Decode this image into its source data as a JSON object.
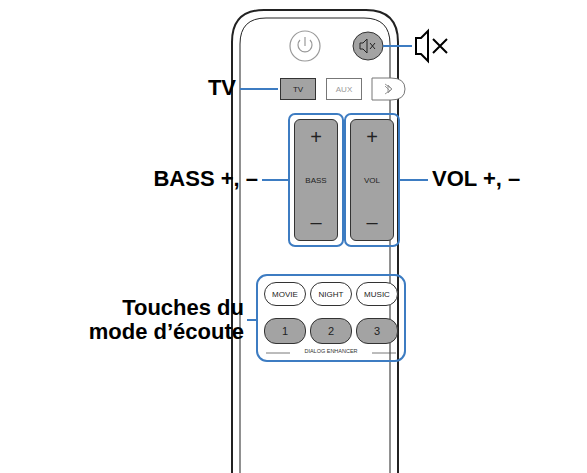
{
  "diagram": {
    "nodes": [
      {
        "text": [
          "TV"
        ]
      },
      {
        "text": [
          "AUX"
        ]
      },
      {
        "text": [
          "+",
          "BASS",
          "–"
        ]
      },
      {
        "text": [
          "+",
          "VOL",
          "–"
        ]
      },
      {
        "text": [
          "MOVIE"
        ]
      },
      {
        "text": [
          "NIGHT"
        ]
      },
      {
        "text": [
          "MUSIC"
        ]
      },
      {
        "text": [
          "1"
        ]
      },
      {
        "text": [
          "2"
        ]
      },
      {
        "text": [
          "3"
        ]
      }
    ],
    "labels": [
      "TV",
      "BASS +, –",
      "VOL +, –",
      "Touches du mode d’écoute",
      "DIALOG ENHANCER"
    ]
  }
}
